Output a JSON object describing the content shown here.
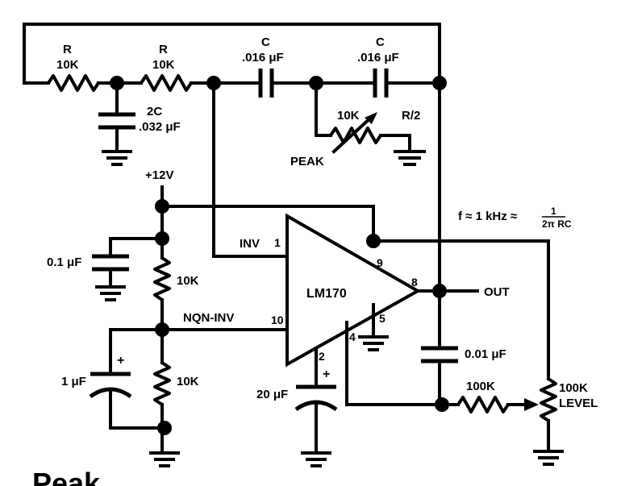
{
  "components": {
    "r1": {
      "name": "R",
      "value": "10K"
    },
    "r2": {
      "name": "R",
      "value": "10K"
    },
    "c1": {
      "name": "C",
      "value": ".016 μF"
    },
    "c2": {
      "name": "C",
      "value": ".016 μF"
    },
    "c2c": {
      "name": "2C",
      "value": ".032 μF"
    },
    "peak_pot": {
      "value": "10K",
      "label": "PEAK"
    },
    "r_half": {
      "label": "R/2"
    },
    "supply": {
      "label": "+12V"
    },
    "c_bypass": {
      "value": "0.1 μF"
    },
    "r_bias_top": {
      "value": "10K"
    },
    "r_bias_bot": {
      "value": "10K"
    },
    "c_bias": {
      "value": "1 μF",
      "polarity": "+"
    },
    "c_pin2": {
      "value": "20 μF",
      "polarity": "+"
    },
    "c_out": {
      "value": "0.01 μF"
    },
    "r_level": {
      "value": "100K"
    },
    "level_pot": {
      "value": "100K",
      "label": "LEVEL"
    }
  },
  "chip": {
    "name": "LM170",
    "pins": {
      "p1": "1",
      "p2": "2",
      "p4": "4",
      "p5": "5",
      "p8": "8",
      "p9": "9",
      "p10": "10"
    }
  },
  "nets": {
    "inv": "INV",
    "non_inv": "NQN-INV",
    "out": "OUT"
  },
  "formula": {
    "lhs": "f ≈ 1 kHz ≈",
    "numerator": "1",
    "denominator": "2π RC"
  },
  "caption": "Peak"
}
